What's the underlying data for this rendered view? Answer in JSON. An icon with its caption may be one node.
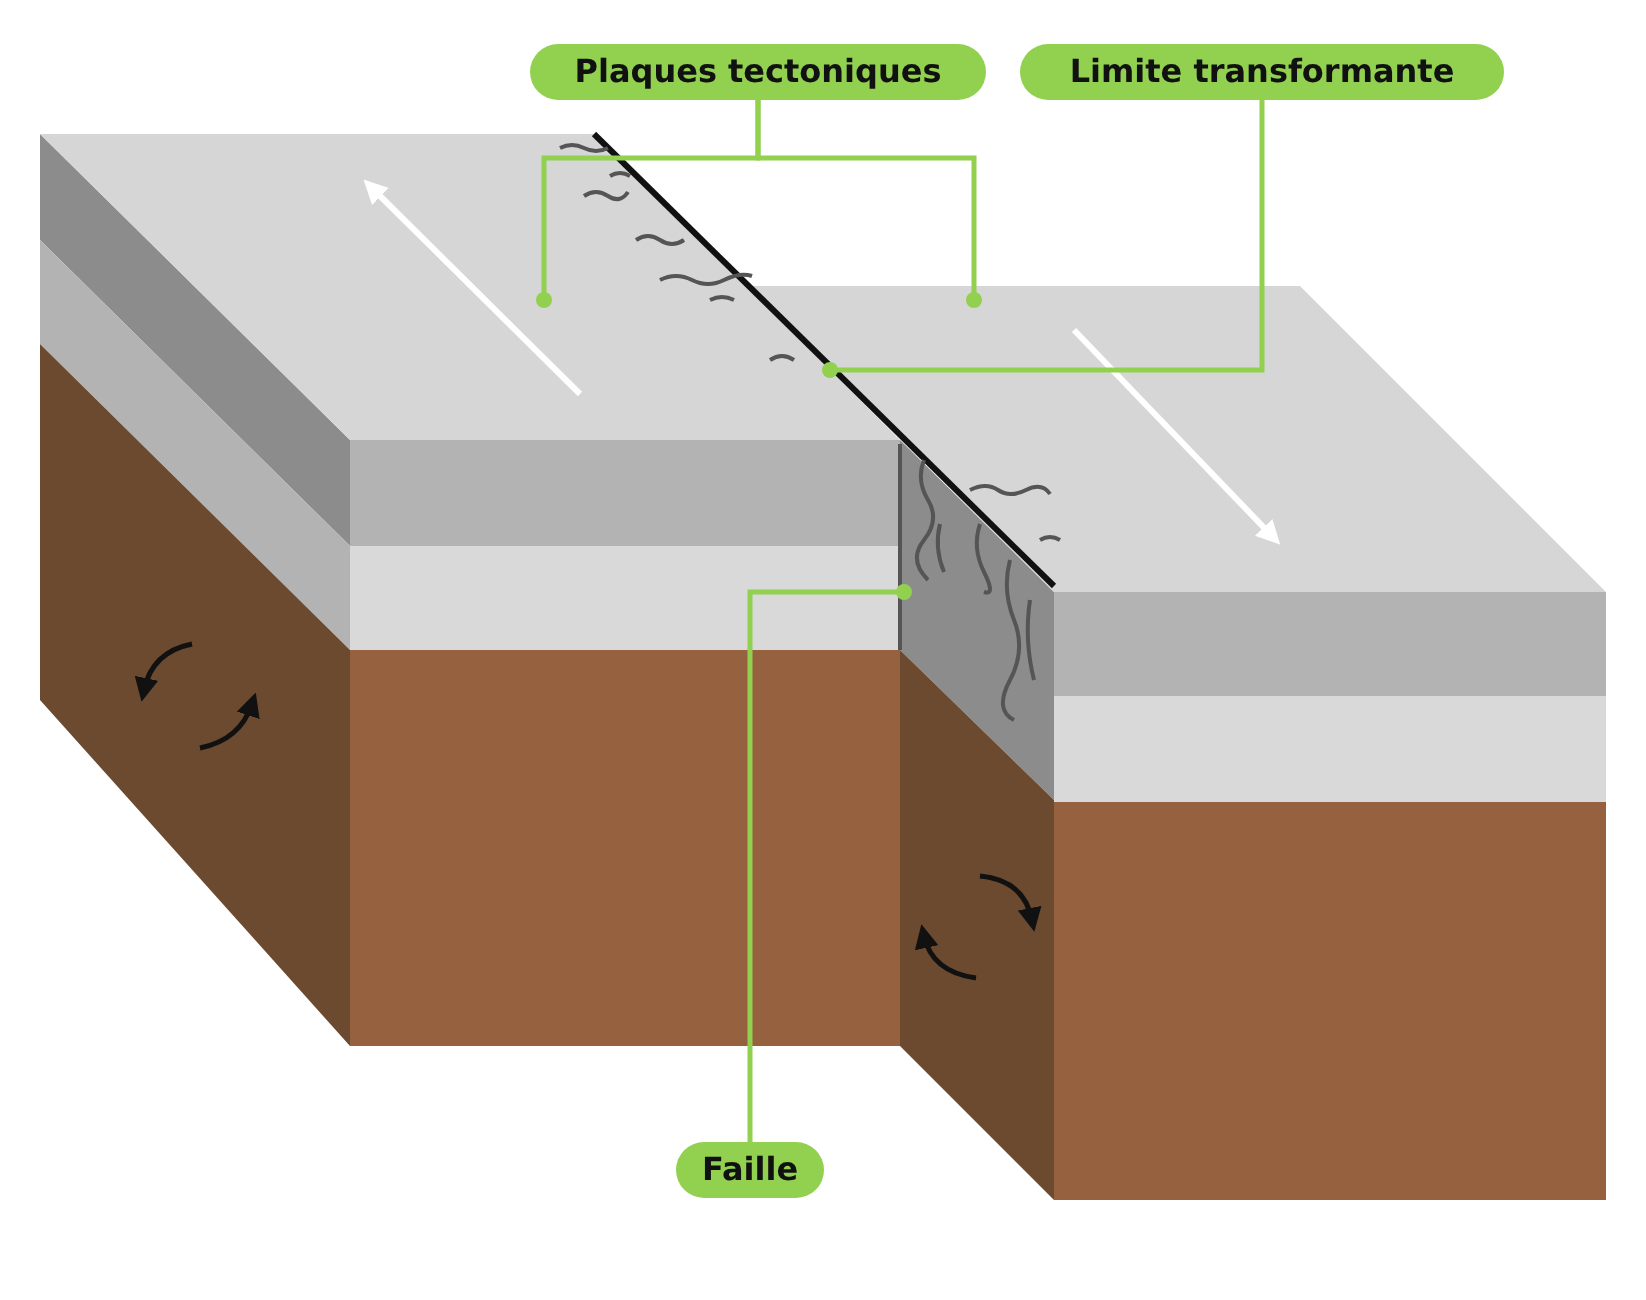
{
  "diagram": {
    "nodes": [
      {
        "text": [
          "Plaques tectoniques"
        ]
      },
      {
        "text": [
          "Limite transformante"
        ]
      },
      {
        "text": [
          "Faille"
        ]
      }
    ],
    "edges": [
      {
        "from": 0,
        "to": null,
        "arrow": "other"
      },
      {
        "from": 0,
        "to": null,
        "arrow": "other"
      },
      {
        "from": 1,
        "to": null,
        "arrow": "other"
      },
      {
        "from": 2,
        "to": null,
        "arrow": "other"
      }
    ]
  }
}
